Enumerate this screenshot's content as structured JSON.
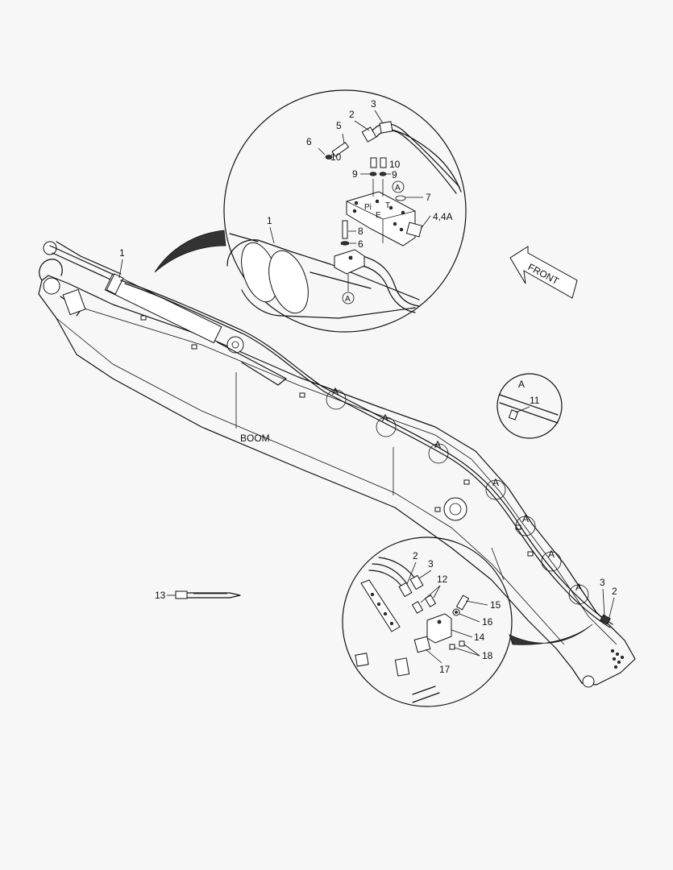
{
  "labels": {
    "boom": "BOOM",
    "front": "FRONT",
    "p1_top": "1",
    "p1_circle": "1",
    "p2_top": "2",
    "p3_top": "3",
    "p4": "4,4A",
    "p5": "5",
    "p6_a": "6",
    "p6_b": "6",
    "p7": "7",
    "p8": "8",
    "p9_a": "9",
    "p9_b": "9",
    "p10_a": "10",
    "p10_b": "10",
    "port_pi": "Pi",
    "port_t": "T",
    "port_e": "E",
    "ref_a_top": "A",
    "ref_a_bottom": "A",
    "detail_a": "A",
    "p11": "11",
    "clamp_a": [
      "A",
      "A",
      "A",
      "A",
      "A",
      "A",
      "A"
    ],
    "p13": "13",
    "p2_bottom": "2",
    "p3_bottom": "3",
    "p12": "12",
    "p14": "14",
    "p15": "15",
    "p16": "16",
    "p17": "17",
    "p18": "18",
    "p3_tip": "3",
    "p2_tip": "2"
  }
}
